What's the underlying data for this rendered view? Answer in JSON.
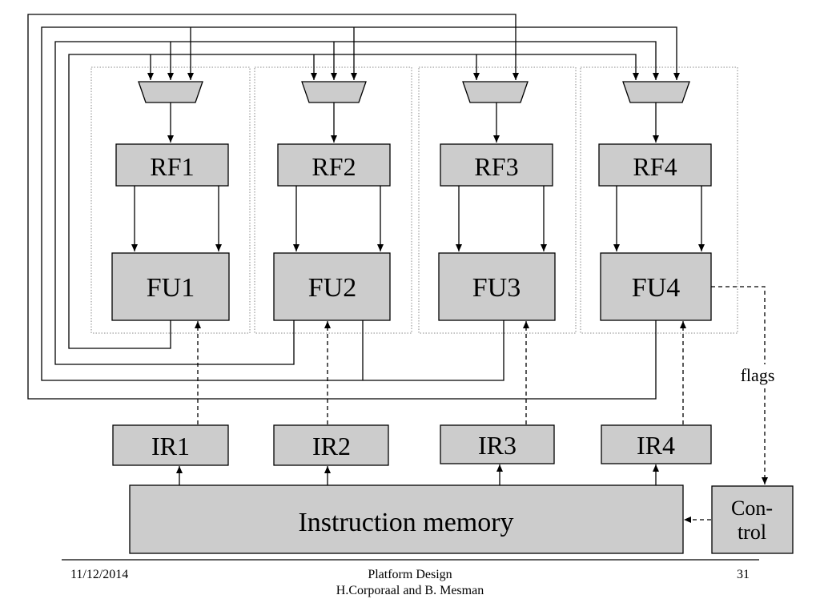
{
  "clusters": [
    {
      "rf": "RF1",
      "fu": "FU1",
      "ir": "IR1"
    },
    {
      "rf": "RF2",
      "fu": "FU2",
      "ir": "IR2"
    },
    {
      "rf": "RF3",
      "fu": "FU3",
      "ir": "IR3"
    },
    {
      "rf": "RF4",
      "fu": "FU4",
      "ir": "IR4"
    }
  ],
  "instruction_memory": "Instruction memory",
  "control": {
    "line1": "Con-",
    "line2": "trol"
  },
  "flags_label": "flags",
  "footer": {
    "date": "11/12/2014",
    "title": "Platform Design",
    "authors": "H.Corporaal and B. Mesman",
    "page": "31"
  }
}
